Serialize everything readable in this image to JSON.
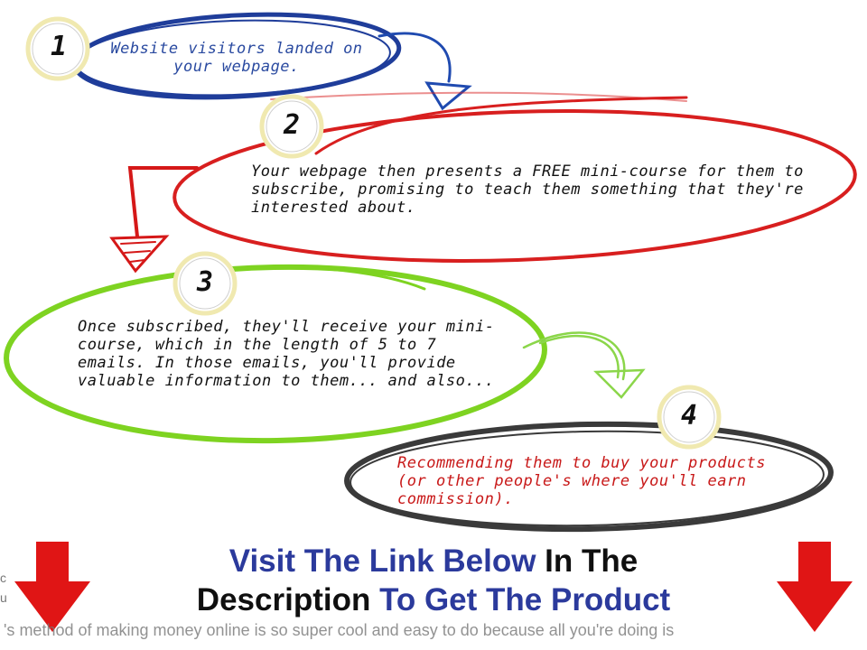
{
  "steps": [
    {
      "number": "1",
      "text": "Website visitors landed on your webpage.",
      "color": "#2a4aa0",
      "ring_color": "#1f3d9a"
    },
    {
      "number": "2",
      "text": "Your webpage then presents a FREE mini-course for them to subscribe, promising to teach them something that they're interested about.",
      "color": "#111111",
      "ring_color": "#d81f1f"
    },
    {
      "number": "3",
      "text": "Once subscribed, they'll receive your mini-course, which in the length of 5 to 7 emails. In those emails, you'll provide valuable information to them... and also...",
      "color": "#111111",
      "ring_color": "#7ed321"
    },
    {
      "number": "4",
      "text": "Recommending them to buy your products (or other people's where you'll earn commission).",
      "color": "#c81818",
      "ring_color": "#3a3a3a"
    }
  ],
  "banner": {
    "part1": "Visit The Link Below",
    "part2": " In The",
    "part3": "Description",
    "part4": " To Get The Product",
    "blue": "#2b3a9c",
    "dark": "#0f0f0f"
  },
  "arrow_color": "#e01515",
  "footer": {
    "text": "'s method of making money online is so super cool and easy to do because all you're doing is",
    "edge_left_1": "c",
    "edge_left_2": "u"
  }
}
